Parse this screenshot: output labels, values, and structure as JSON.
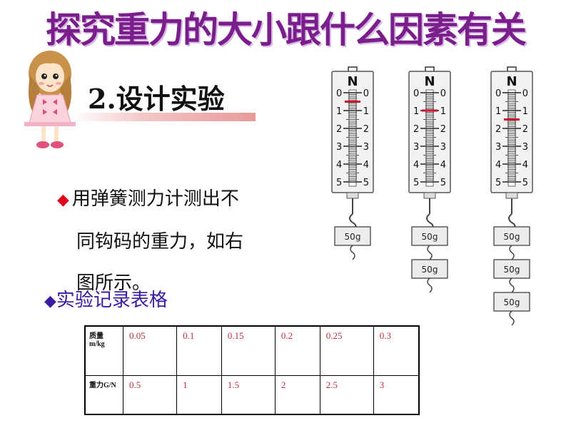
{
  "title": "探究重力的大小跟什么因素有关",
  "subtitle": "2.设计实验",
  "bullet1": {
    "line1": "用弹簧测力计测出不",
    "line2": "同钩码的重力，如右",
    "line3": "图所示。"
  },
  "bullet2": "实验记录表格",
  "table": {
    "row1_header_a": "质量",
    "row1_header_b": "m/kg",
    "row2_header": "重力G/N",
    "mass": [
      "0.05",
      "0.1",
      "0.15",
      "0.2",
      "0.25",
      "0.3"
    ],
    "weight": [
      "0.5",
      "1",
      "1.5",
      "2",
      "2.5",
      "3"
    ]
  },
  "scales": {
    "unit_label": "N",
    "tick_labels": [
      "0",
      "1",
      "2",
      "3",
      "4",
      "5"
    ],
    "weight_label": "50g",
    "hung_weights": [
      1,
      2,
      3
    ]
  },
  "colors": {
    "title": "#7a1e8c",
    "bullet_red": "#e0001b",
    "bullet_blue": "#3a1aa0",
    "table_value": "#c0303a"
  },
  "icons": [
    "red-diamond-bullet-icon",
    "blue-diamond-bullet-icon",
    "cartoon-girl-icon",
    "spring-scale-icon"
  ]
}
